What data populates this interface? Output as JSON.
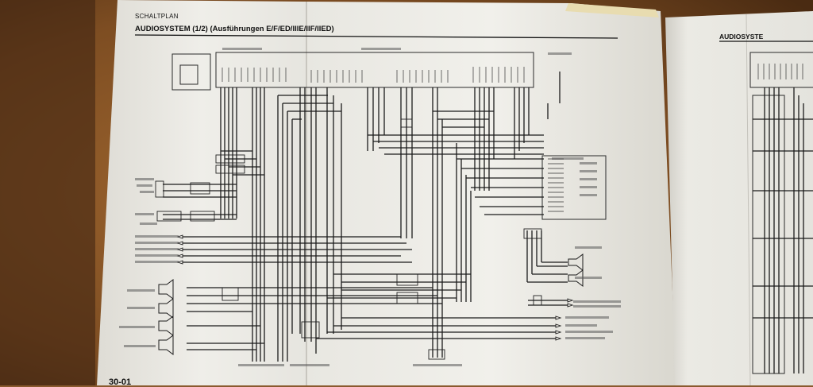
{
  "document": {
    "section": "SCHALTPLAN",
    "title": "AUDIOSYSTEM (1/2) (Ausführungen E/F/ED/IIIE/IIF/IIED)",
    "right_page_title": "AUDIOSYSTE",
    "page_number": "30-01"
  },
  "colors": {
    "table": "#6d431f",
    "table_dark": "#3e2612",
    "paper": "#ecebe6",
    "paper_shade": "#d6d4cc",
    "ink": "#1b1b1b"
  }
}
